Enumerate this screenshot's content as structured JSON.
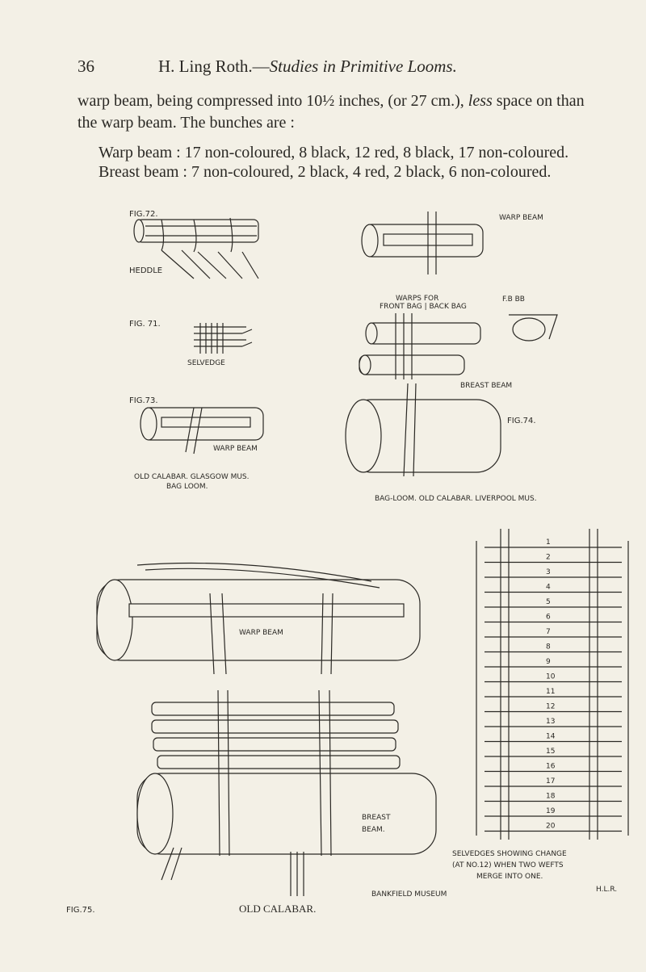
{
  "page_number": "36",
  "running_head": {
    "author": "H. Ling Roth.",
    "title": "Studies in Primitive Looms."
  },
  "paragraph": {
    "part1": "warp beam, being compressed into 10½ inches, (or 27 cm.), ",
    "emph": "less",
    "part2": " space on than the warp beam. The bunches are :"
  },
  "bunches": [
    "Warp beam : 17 non-coloured, 8 black, 12 red, 8 black, 17 non-coloured.",
    "Breast beam : 7 non-coloured, 2 black, 4 red, 2 black, 6 non-coloured."
  ],
  "figures": {
    "fig72": {
      "label": "FIG.72.",
      "caption": "HEDDLE"
    },
    "fig71": {
      "label": "FIG. 71.",
      "caption": "SELVEDGE"
    },
    "fig73": {
      "label": "FIG.73.",
      "callout": "WARP BEAM",
      "caption_line1": "OLD CALABAR. GLASGOW MUS.",
      "caption_line2": "BAG LOOM."
    },
    "fig74": {
      "label": "FIG.74.",
      "callout_warp": "WARP BEAM",
      "callout_warps_1": "WARPS FOR",
      "callout_warps_2": "FRONT BAG | BACK BAG",
      "callout_fb": "F.B  BB",
      "callout_breast": "BREAST BEAM",
      "caption": "BAG-LOOM. OLD CALABAR. LIVERPOOL MUS."
    },
    "fig75": {
      "label": "FIG.75.",
      "callout_warp": "WARP BEAM",
      "callout_breast_1": "BREAST",
      "callout_breast_2": "BEAM.",
      "caption": "OLD CALABAR."
    },
    "selvedges": {
      "numbers": [
        "1",
        "2",
        "3",
        "4",
        "5",
        "6",
        "7",
        "8",
        "9",
        "10",
        "11",
        "12",
        "13",
        "14",
        "15",
        "16",
        "17",
        "18",
        "19",
        "20"
      ],
      "caption_line1": "SELVEDGES SHOWING CHANGE",
      "caption_line2": "(AT NO.12) WHEN TWO WEFTS",
      "caption_line3": "MERGE INTO ONE.",
      "caption_line4": "BANKFIELD MUSEUM",
      "initials": "H.L.R."
    }
  }
}
